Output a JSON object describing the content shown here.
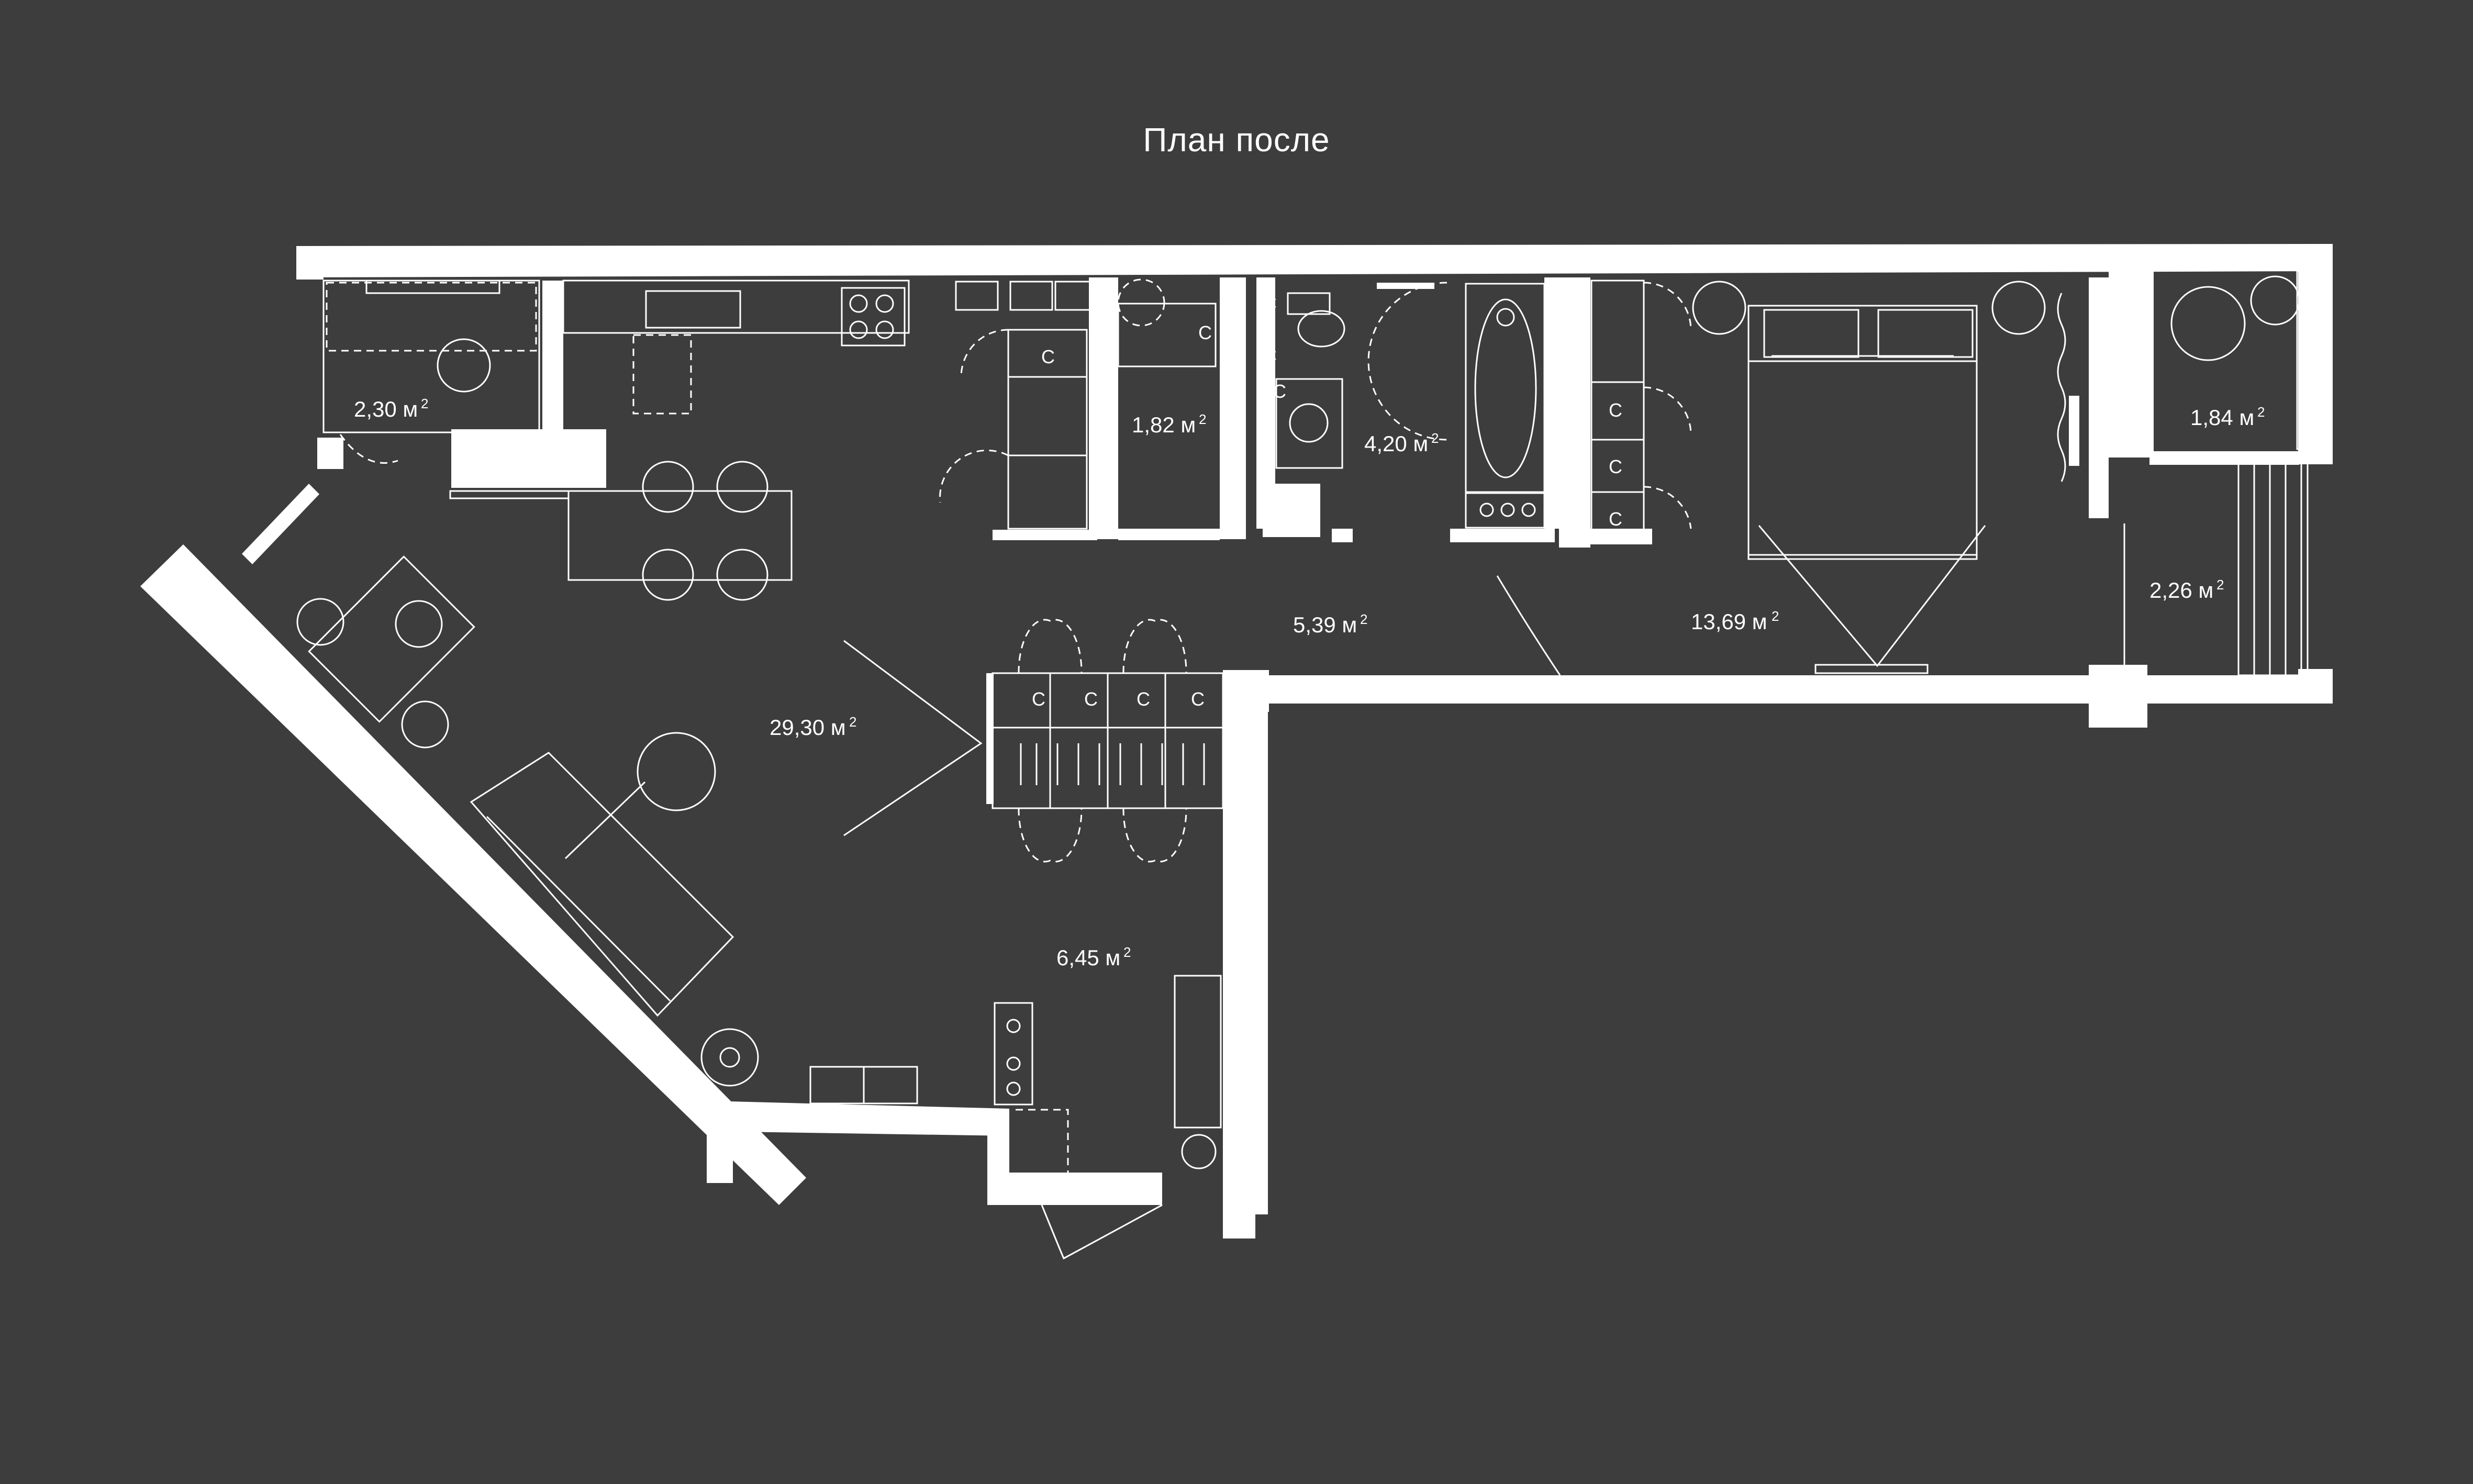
{
  "title": "План после",
  "rooms": [
    {
      "id": "storage-left",
      "area": "2,30 м",
      "sup": "2"
    },
    {
      "id": "wc-small",
      "area": "1,82 м",
      "sup": "2"
    },
    {
      "id": "bathroom",
      "area": "4,20 м",
      "sup": "2"
    },
    {
      "id": "hall-corridor",
      "area": "5,39 м",
      "sup": "2"
    },
    {
      "id": "bedroom",
      "area": "13,69 м",
      "sup": "2"
    },
    {
      "id": "balcony-right",
      "area": "1,84 м",
      "sup": "2"
    },
    {
      "id": "loggia",
      "area": "2,26 м",
      "sup": "2"
    },
    {
      "id": "living-kitchen",
      "area": "29,30 м",
      "sup": "2"
    },
    {
      "id": "entrance-hall",
      "area": "6,45 м",
      "sup": "2"
    }
  ],
  "cabinet_mark": "С",
  "colors": {
    "background": "#3d3d3d",
    "walls": "#ffffff"
  }
}
